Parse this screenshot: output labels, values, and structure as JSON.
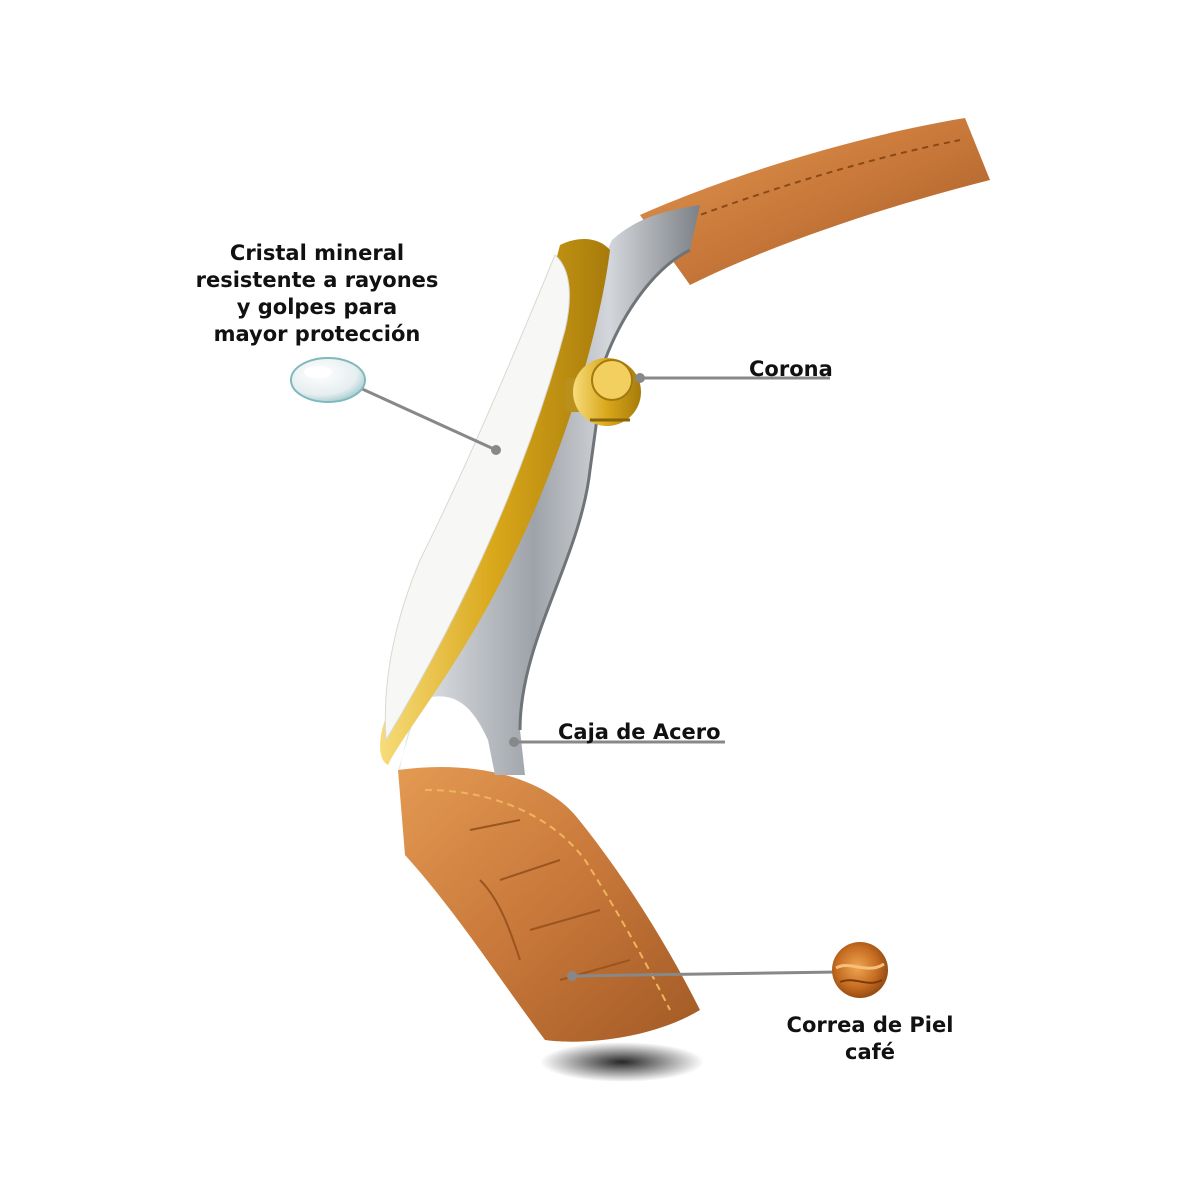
{
  "labels": {
    "cristal": [
      "Cristal mineral",
      "resistente a rayones",
      "y golpes para",
      "mayor protección"
    ],
    "corona": "Corona",
    "caja": "Caja de Acero",
    "correa": [
      "Correa de Piel",
      "café"
    ]
  },
  "colors": {
    "leather": "#c8783a",
    "gold": "#e0b020",
    "steel": "#b8bcc2",
    "leader_line": "#888888"
  },
  "icons": [
    "crystal-lens-icon",
    "leather-swatch-icon"
  ]
}
